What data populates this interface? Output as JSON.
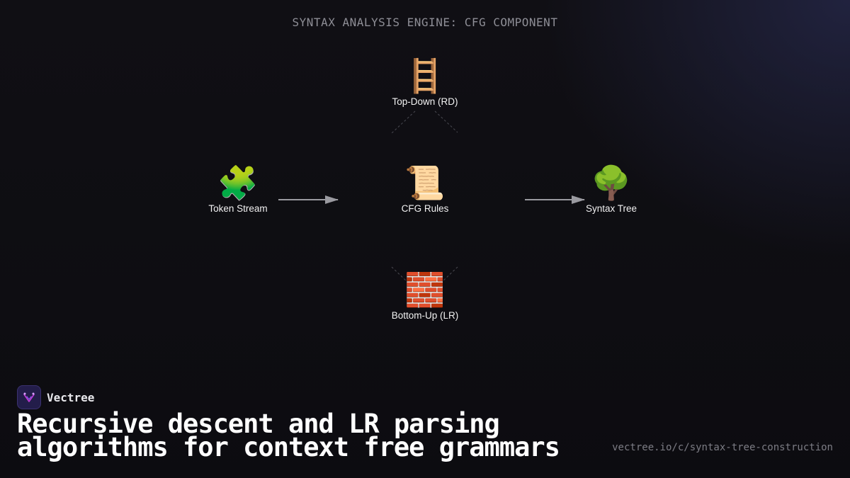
{
  "title": "SYNTAX ANALYSIS ENGINE: CFG COMPONENT",
  "nodes": {
    "top": {
      "icon": "🪜",
      "icon_name": "ladder-icon",
      "label": "Top-Down (RD)"
    },
    "left": {
      "icon": "🧩",
      "icon_name": "puzzle-piece-icon",
      "label": "Token Stream"
    },
    "center": {
      "icon": "📜",
      "icon_name": "scroll-icon",
      "label": "CFG Rules"
    },
    "right": {
      "icon": "🌳",
      "icon_name": "tree-icon",
      "label": "Syntax Tree"
    },
    "bottom": {
      "icon": "🧱",
      "icon_name": "brick-wall-icon",
      "label": "Bottom-Up (LR)"
    }
  },
  "brand": {
    "name": "Vectree",
    "logo_color": "#231d4a",
    "accent": "#c13bd6"
  },
  "headline": "Recursive descent and LR parsing algorithms for context free grammars",
  "url": "vectree.io/c/syntax-tree-construction",
  "colors": {
    "background": "#100f14",
    "arrow": "#9a9aa0",
    "connector": "#4a4a52"
  }
}
